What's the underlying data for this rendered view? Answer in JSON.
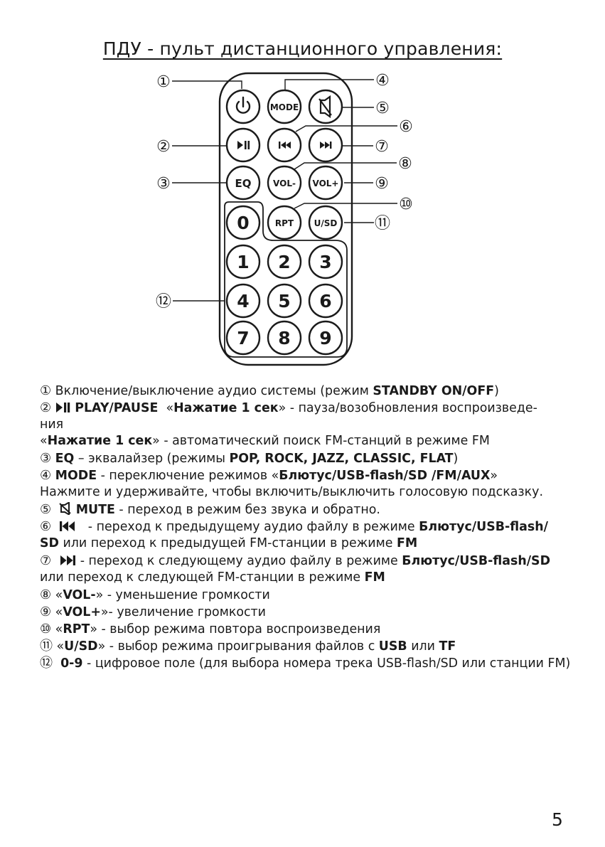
{
  "title": "ПДУ - пульт дистанционного управления:",
  "remote": {
    "buttons": {
      "mode": "MODE",
      "eq": "EQ",
      "vol_minus": "VOL-",
      "vol_plus": "VOL+",
      "rpt": "RPT",
      "usd": "U/SD",
      "n0": "0",
      "n1": "1",
      "n2": "2",
      "n3": "3",
      "n4": "4",
      "n5": "5",
      "n6": "6",
      "n7": "7",
      "n8": "8",
      "n9": "9"
    },
    "callouts": [
      "①",
      "②",
      "③",
      "④",
      "⑤",
      "⑥",
      "⑦",
      "⑧",
      "⑨",
      "⑩",
      "⑪",
      "⑫"
    ]
  },
  "items": {
    "i1": {
      "num": "①",
      "t1": "Включение/выключение аудио системы (режим ",
      "b1": "STANDBY ON/OFF",
      "t2": ")"
    },
    "i2": {
      "num": "②",
      "b1": "PLAY/PAUSE",
      "t1": "«",
      "b2": "Нажатие 1 сек",
      "t2": "» - пауза/возобновления воспроизведе-",
      "cont": "ния",
      "l3_t1": "«",
      "l3_b1": "Нажатие 1 сек",
      "l3_t2": "» - автоматический поиск FM-станций в режиме FM"
    },
    "i3": {
      "num": "③",
      "b1": "EQ",
      "t1": " – эквалайзер (режимы ",
      "b2": "POP, ROCK, JAZZ, CLASSIC, FLAT",
      "t2": ")"
    },
    "i4": {
      "num": "④",
      "b1": "MODE",
      "t1": " - переключение режимов  «",
      "b2": "Блютус/USB-flash/SD /FM/AUX",
      "t2": "»",
      "cont": "Нажмите и удерживайте, чтобы включить/выключить голосовую подсказку."
    },
    "i5": {
      "num": "⑤",
      "b1": "MUTE",
      "t1": " - переход в режим без звука и обратно."
    },
    "i6": {
      "num": "⑥",
      "t1": "   - переход к предыдущему аудио файлу в режиме ",
      "b1": "Блютус/USB-flash/",
      "l2_b1": "SD",
      "l2_t1": " или переход к предыдущей FM-станции в режиме ",
      "l2_b2": "FM"
    },
    "i7": {
      "num": "⑦",
      "t1": " - переход к следующему аудио файлу в режиме ",
      "b1": "Блютус/USB-flash/SD",
      "l2_t1": "или переход к следующей FM-станции в режиме ",
      "l2_b1": "FM"
    },
    "i8": {
      "num": "⑧",
      "t1": "«",
      "b1": "VOL-",
      "t2": "» - уменьшение громкости"
    },
    "i9": {
      "num": "⑨",
      "t1": "«",
      "b1": "VOL+",
      "t2": "»- увеличение громкости"
    },
    "i10": {
      "num": "⑩",
      "t1": "«",
      "b1": "RPT",
      "t2": "» - выбор режима повтора воспроизведения"
    },
    "i11": {
      "num": "⑪",
      "t1": "«",
      "b1": "U/SD",
      "t2": "» - выбор режима проигрывания файлов с ",
      "b2": "USB",
      "t3": " или ",
      "b3": "TF"
    },
    "i12": {
      "num": "⑫",
      "b1": "0-9",
      "t1": " - цифровое поле (для выбора номера трека USB-flash/SD или станции FM)"
    }
  },
  "page_number": "5"
}
